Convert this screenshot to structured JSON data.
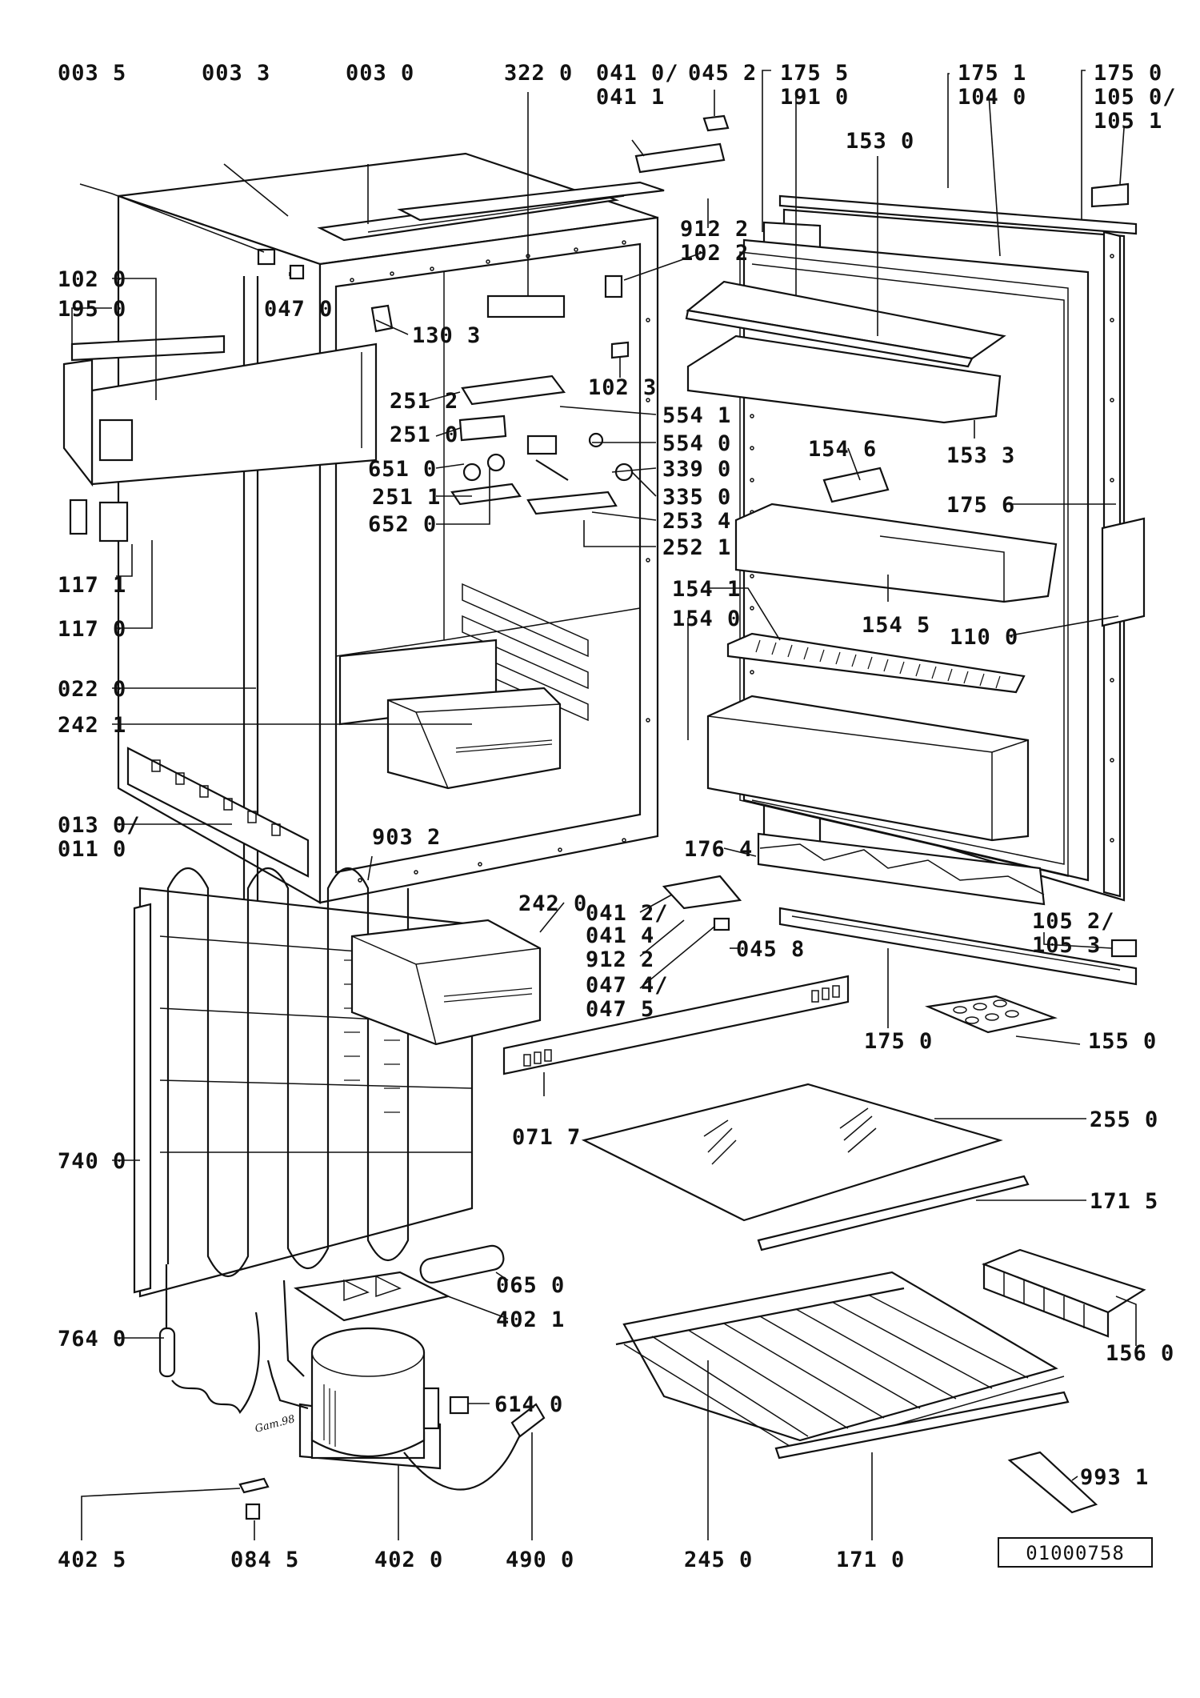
{
  "drawing_number": "01000758",
  "signature": "Gam.98",
  "part_labels": [
    {
      "id": "p0035",
      "text": "003 5"
    },
    {
      "id": "p0033",
      "text": "003 3"
    },
    {
      "id": "p0030",
      "text": "003 0"
    },
    {
      "id": "p3220",
      "text": "322 0"
    },
    {
      "id": "p0410",
      "text": "041 0/"
    },
    {
      "id": "p0411",
      "text": "041 1"
    },
    {
      "id": "p0452",
      "text": "045 2"
    },
    {
      "id": "p1755",
      "text": "175 5"
    },
    {
      "id": "p1910",
      "text": "191 0"
    },
    {
      "id": "p1751",
      "text": "175 1"
    },
    {
      "id": "p1040",
      "text": "104 0"
    },
    {
      "id": "p1750a",
      "text": "175 0"
    },
    {
      "id": "p1050",
      "text": "105 0/"
    },
    {
      "id": "p1051",
      "text": "105 1"
    },
    {
      "id": "p1530",
      "text": "153 0"
    },
    {
      "id": "p9122a",
      "text": "912 2"
    },
    {
      "id": "p1022",
      "text": "102 2"
    },
    {
      "id": "p1020",
      "text": "102 0"
    },
    {
      "id": "p1950",
      "text": "195 0"
    },
    {
      "id": "p0470",
      "text": "047 0"
    },
    {
      "id": "p1303",
      "text": "130 3"
    },
    {
      "id": "p1023",
      "text": "102 3"
    },
    {
      "id": "p2512",
      "text": "251 2"
    },
    {
      "id": "p5541",
      "text": "554 1"
    },
    {
      "id": "p2510",
      "text": "251 0"
    },
    {
      "id": "p5540",
      "text": "554 0"
    },
    {
      "id": "p1533",
      "text": "153 3"
    },
    {
      "id": "p1546",
      "text": "154 6"
    },
    {
      "id": "p6510",
      "text": "651 0"
    },
    {
      "id": "p3390",
      "text": "339 0"
    },
    {
      "id": "p2511",
      "text": "251 1"
    },
    {
      "id": "p3350",
      "text": "335 0"
    },
    {
      "id": "p1756",
      "text": "175 6"
    },
    {
      "id": "p6520",
      "text": "652 0"
    },
    {
      "id": "p2534",
      "text": "253 4"
    },
    {
      "id": "p2521",
      "text": "252 1"
    },
    {
      "id": "p1171",
      "text": "117 1"
    },
    {
      "id": "p1170",
      "text": "117 0"
    },
    {
      "id": "p1541",
      "text": "154 1"
    },
    {
      "id": "p1540",
      "text": "154 0"
    },
    {
      "id": "p1545",
      "text": "154 5"
    },
    {
      "id": "p1100",
      "text": "110 0"
    },
    {
      "id": "p0220",
      "text": "022 0"
    },
    {
      "id": "p2421",
      "text": "242 1"
    },
    {
      "id": "p0130",
      "text": "013 0/"
    },
    {
      "id": "p0110",
      "text": "011 0"
    },
    {
      "id": "p9032",
      "text": "903 2"
    },
    {
      "id": "p1764",
      "text": "176 4"
    },
    {
      "id": "p2420",
      "text": "242 0"
    },
    {
      "id": "p0412",
      "text": "041 2/"
    },
    {
      "id": "p0414",
      "text": "041 4"
    },
    {
      "id": "p9122b",
      "text": "912 2"
    },
    {
      "id": "p0474",
      "text": "047 4/"
    },
    {
      "id": "p0475",
      "text": "047 5"
    },
    {
      "id": "p0458",
      "text": "045 8"
    },
    {
      "id": "p1052",
      "text": "105 2/"
    },
    {
      "id": "p1053",
      "text": "105 3"
    },
    {
      "id": "p1750b",
      "text": "175 0"
    },
    {
      "id": "p1550",
      "text": "155 0"
    },
    {
      "id": "p0717",
      "text": "071 7"
    },
    {
      "id": "p2550",
      "text": "255 0"
    },
    {
      "id": "p7400",
      "text": "740 0"
    },
    {
      "id": "p1715",
      "text": "171 5"
    },
    {
      "id": "p0650",
      "text": "065 0"
    },
    {
      "id": "p4021",
      "text": "402 1"
    },
    {
      "id": "p7640",
      "text": "764 0"
    },
    {
      "id": "p1560",
      "text": "156 0"
    },
    {
      "id": "p6140",
      "text": "614 0"
    },
    {
      "id": "p9931",
      "text": "993 1"
    },
    {
      "id": "p4025",
      "text": "402 5"
    },
    {
      "id": "p0845",
      "text": "084 5"
    },
    {
      "id": "p4020",
      "text": "402 0"
    },
    {
      "id": "p4900",
      "text": "490 0"
    },
    {
      "id": "p2450",
      "text": "245 0"
    },
    {
      "id": "p1710",
      "text": "171 0"
    }
  ]
}
